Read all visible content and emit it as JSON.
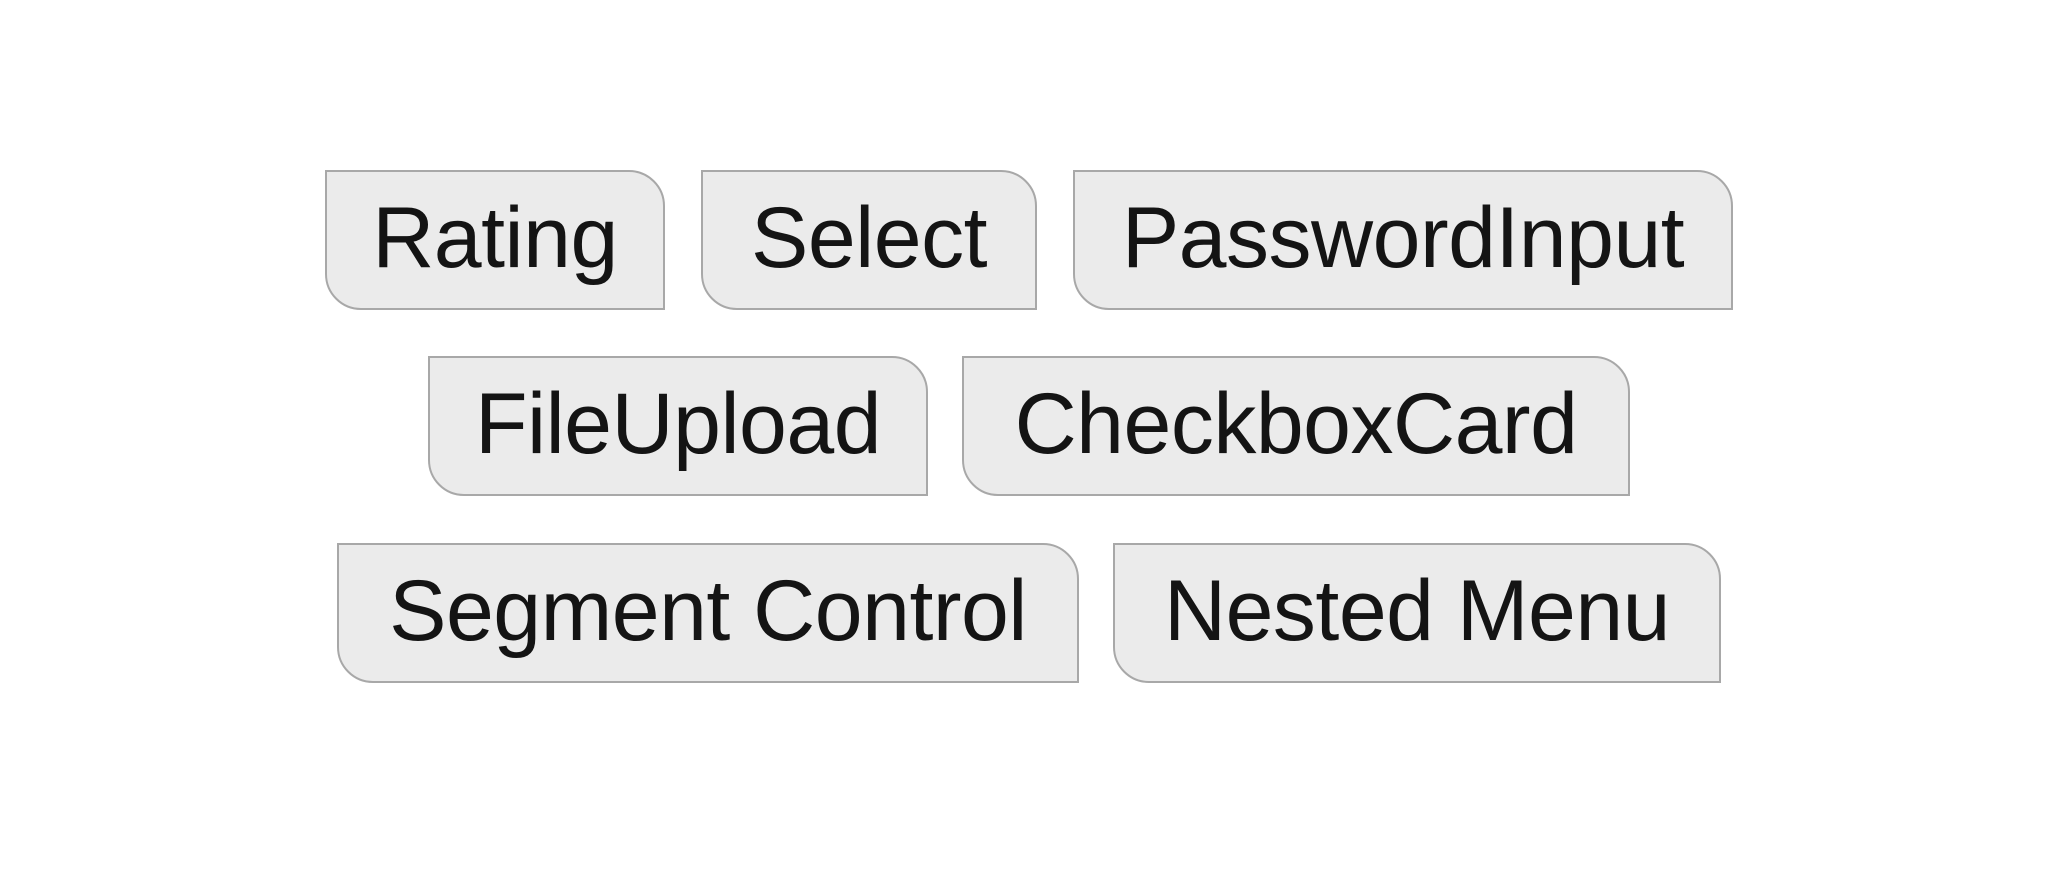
{
  "tags": [
    {
      "label": "Rating"
    },
    {
      "label": "Select"
    },
    {
      "label": "PasswordInput"
    },
    {
      "label": "FileUpload"
    },
    {
      "label": "CheckboxCard"
    },
    {
      "label": "Segment Control"
    },
    {
      "label": "Nested Menu"
    }
  ],
  "colors": {
    "background": "#ffffff",
    "tag_fill": "#ebebeb",
    "tag_border": "#a8a8a8",
    "text": "#141414"
  }
}
